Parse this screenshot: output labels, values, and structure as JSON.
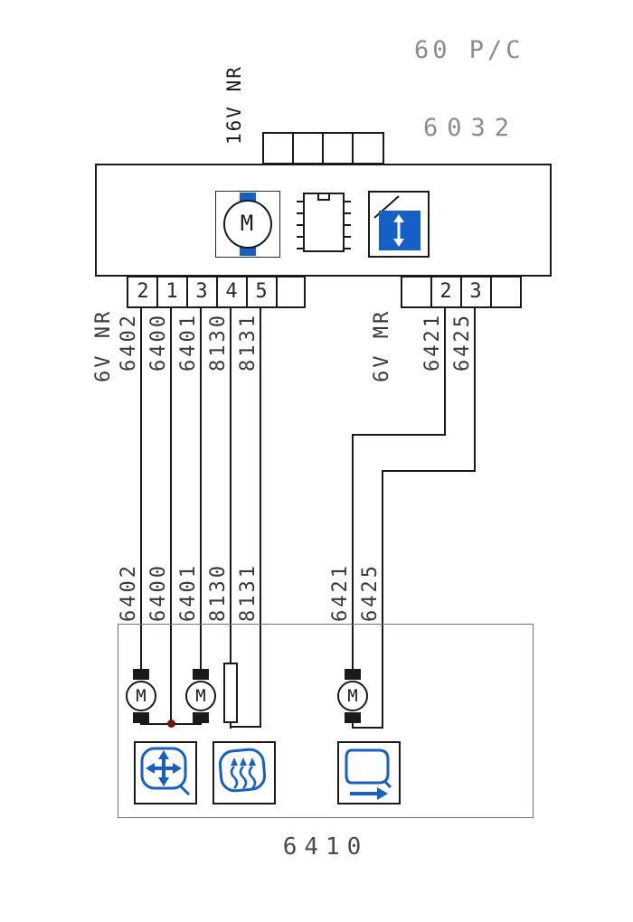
{
  "colors": {
    "line": "#1a1a1a",
    "ref_gray": "#8c8c8c",
    "wire_label": "#3a3a3a",
    "icon_blue": "#1560c8",
    "outer_box_blue": "#6a6ad0",
    "junction_red": "#7a1010"
  },
  "header": {
    "page_ref": "60 P/C",
    "connector_label": "16V NR",
    "component_ref": "6032"
  },
  "component_6032": {
    "pins_left": [
      "2",
      "1",
      "3",
      "4",
      "5"
    ],
    "pins_right": [
      "2",
      "3"
    ],
    "motor_label": "M"
  },
  "wire_labels_top": {
    "left_prefix": "6V NR",
    "left": [
      "6402",
      "6400",
      "6401",
      "8130",
      "8131"
    ],
    "right_prefix": "6V MR",
    "right": [
      "6421",
      "6425"
    ]
  },
  "wire_labels_mid": {
    "left": [
      "6402",
      "6400",
      "6401",
      "8130",
      "8131"
    ],
    "right": [
      "6421",
      "6425"
    ]
  },
  "component_6410": {
    "ref": "6410",
    "motor_label": "M"
  },
  "icons": {
    "top": [
      "motor-icon",
      "ic-chip-icon",
      "window-lift-icon"
    ],
    "bottom": [
      "mirror-adjust-icon",
      "mirror-heater-icon",
      "mirror-fold-icon"
    ]
  }
}
